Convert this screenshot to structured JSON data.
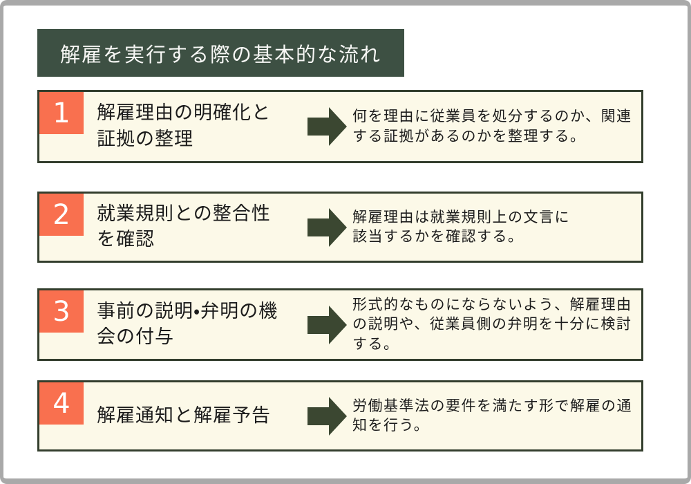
{
  "header": {
    "title": "解雇を実行する際の基本的な流れ"
  },
  "steps": [
    {
      "number": "1",
      "title": "解雇理由の明確化と\n証拠の整理",
      "description": "何を理由に従業員を処分するのか、関連\nする証拠があるのかを整理する。"
    },
    {
      "number": "2",
      "title": "就業規則との整合性\nを確認",
      "description": "解雇理由は就業規則上の文言に\n該当するかを確認する。"
    },
    {
      "number": "3",
      "title": "事前の説明・弁明の機\n会の付与",
      "description": "形式的なものにならないよう、解雇理由\nの説明や、従業員側の弁明を十分に検討\nする。"
    },
    {
      "number": "4",
      "title": "解雇通知と解雇予告",
      "description": "労働基準法の要件を満たす形で解雇の通\n知を行う。"
    }
  ],
  "icons": {
    "arrow": "arrow-right-icon"
  },
  "colors": {
    "accent_orange": "#f9704f",
    "title_green": "#3d5043",
    "border_green": "#333e2d",
    "arrow_green": "#3b4731",
    "row_cream": "#fcf9e8",
    "frame_gray": "#a9a9a9",
    "text": "#1c1c1c"
  }
}
